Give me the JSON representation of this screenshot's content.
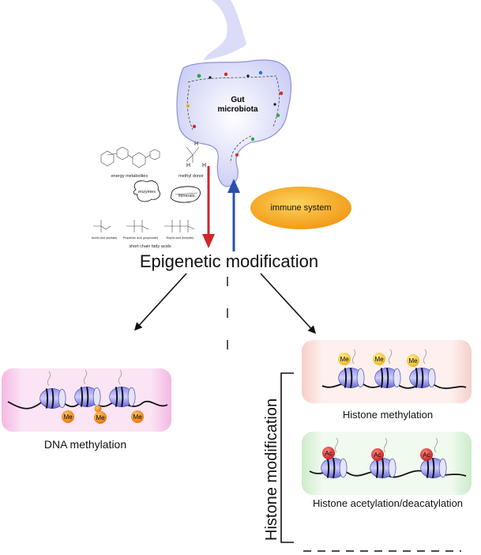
{
  "gut": {
    "label_line1": "Gut",
    "label_line2": "microbiota"
  },
  "metabolites": {
    "energy_label": "energy metabolites",
    "methyl_donor_label": "methyl donor",
    "enzymes_label": "enzymes",
    "minerals_label": "minerals",
    "acetic_label": "Acetic acid (acetate)",
    "propanoic_label": "Propanoic acid (propionate)",
    "butyric_label": "Butyric acid (butyrate)",
    "scfa_label": "short chain fatty acids"
  },
  "immune": {
    "label": "immune system"
  },
  "center": {
    "title": "Epigenetic modification"
  },
  "dna_panel": {
    "caption": "DNA methylation",
    "mark": "Me"
  },
  "histone_panel": {
    "bracket_label": "Histone modification",
    "methylation_caption": "Histone methylation",
    "methylation_mark": "Me",
    "acetylation_caption": "Histone acetylation/deacatylation",
    "acetylation_mark": "Ac"
  },
  "colors": {
    "down_arrow": "#d0262c",
    "up_arrow": "#2a4fb0",
    "nucleosome": "#6e6ee0",
    "me_mark_dna": "#f08a14",
    "me_mark_histone": "#f3c322",
    "ac_mark": "#d9282a",
    "dna_panel_bg": "#f9d6ef",
    "methylation_panel_bg": "#fbe6e2",
    "acetylation_panel_bg": "#e4f4e2",
    "immune_fill": "#f7a21d"
  }
}
